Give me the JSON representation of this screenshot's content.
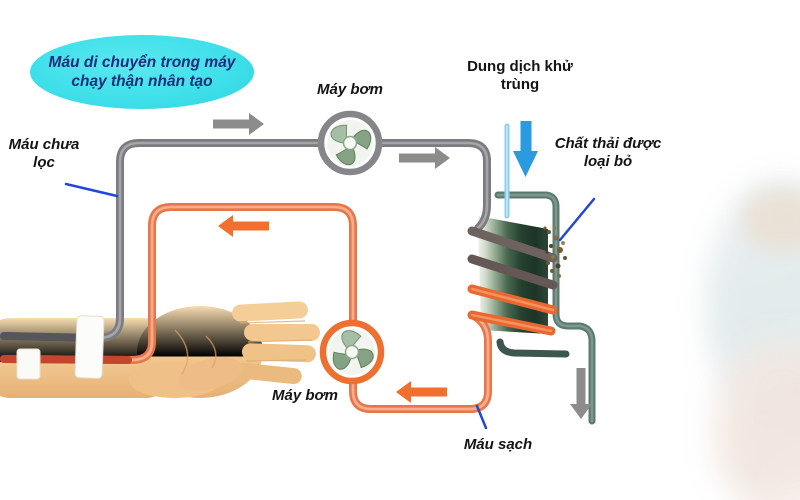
{
  "diagram": {
    "title": "Máu di chuyển trong máy chạy thận nhân tạo",
    "labels": {
      "unfiltered_blood": "Máu chưa lọc",
      "pump_top": "Máy bơm",
      "pump_bottom": "Máy bơm",
      "disinfectant_solution": "Dung dịch khử trùng",
      "waste_removed": "Chất thải được loại bỏ",
      "clean_blood": "Máu sạch"
    },
    "arrows": [
      {
        "name": "flow-arrow-top-left",
        "direction": "right",
        "color": "gray"
      },
      {
        "name": "flow-arrow-top-right",
        "direction": "right",
        "color": "gray"
      },
      {
        "name": "flow-arrow-return-upper",
        "direction": "left",
        "color": "orange"
      },
      {
        "name": "flow-arrow-return-lower",
        "direction": "left",
        "color": "orange"
      },
      {
        "name": "solution-arrow",
        "direction": "down",
        "color": "blue"
      },
      {
        "name": "drain-arrow",
        "direction": "down",
        "color": "gray"
      }
    ],
    "colors": {
      "title_bubble_fill": "#3EDFE9",
      "title_text": "#1C2D7C",
      "label_text": "#141414",
      "unfiltered_tube_gray": "#7B7B80",
      "clean_tube_orange": "#E9754A",
      "arm_blood_tube_red": "#C2472E",
      "flow_arrow_gray": "#8C8C8C",
      "flow_arrow_orange": "#F26F2E",
      "solution_arrow_blue": "#2B9BE0",
      "solution_stream_blue": "#8CCDEC",
      "callout_line_blue": "#2247D8",
      "dialyzer_green_dark": "#223D2C",
      "bath_tube_teal": "#5C7B70",
      "waste_speck_brown": "#7A5C33",
      "skin": "#F3CE9C",
      "pump_fan_green": "#6E8F6E"
    }
  }
}
